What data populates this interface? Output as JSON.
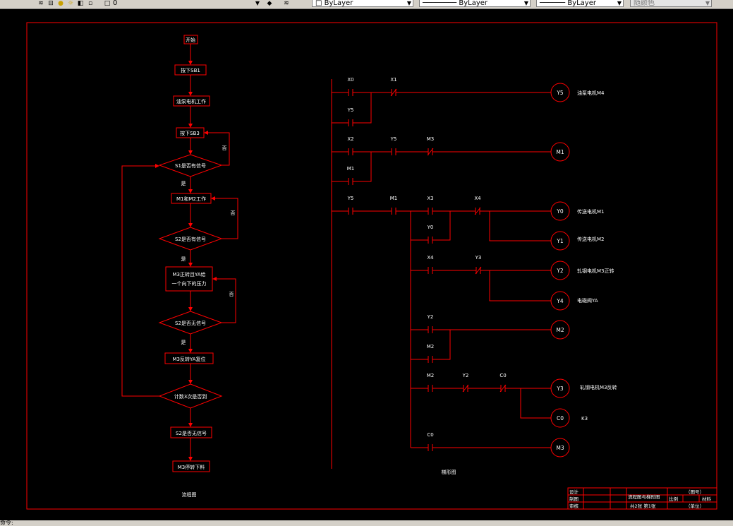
{
  "toolbar": {
    "layer_value": "0",
    "color_value": "ByLayer",
    "linetype_value": "ByLayer",
    "lineweight_value": "ByLayer",
    "plotstyle_value": "随颜色"
  },
  "command_line": {
    "prompt": "命令:"
  },
  "colors": {
    "drawing": "#ff0000",
    "text": "#ffffff",
    "background": "#000000"
  },
  "flowchart": {
    "caption": "流程图",
    "nodes": [
      "开始",
      "按下SB1",
      "油泵电机工作",
      "按下SB3",
      "S1是否有信号",
      "M1和M2工作",
      "S2是否有信号",
      "M3正转且YA给",
      "一个向下的压力",
      "S2是否无信号",
      "M3反转YA复位",
      "计数3次是否到",
      "S2是否无信号",
      "M3停转下料"
    ],
    "yes_label": "是",
    "no_label": "否"
  },
  "ladder": {
    "caption": "梯形图",
    "contacts": [
      "X0",
      "X1",
      "Y5",
      "X2",
      "Y5",
      "M3",
      "M1",
      "Y5",
      "M1",
      "X3",
      "X4",
      "Y0",
      "X4",
      "Y3",
      "Y2",
      "M2",
      "M2",
      "Y2",
      "C0",
      "C0"
    ],
    "coils": [
      "Y5",
      "M1",
      "Y0",
      "Y1",
      "Y2",
      "Y4",
      "M2",
      "Y3",
      "C0",
      "M3"
    ],
    "coil_notes": [
      "油泵电机M4",
      "传送电机M1",
      "传送电机M2",
      "轧钢电机M3正转",
      "电磁阀YA",
      "轧钢电机M3反转",
      "K3"
    ]
  },
  "title_block": {
    "design": "设计",
    "drawing": "制图",
    "review": "审核",
    "title": "流程图与梯形图",
    "scale": "比例",
    "material": "材料",
    "drawing_no": "（图号）",
    "sheets": "共2张 第1张",
    "unit": "（单位）"
  }
}
